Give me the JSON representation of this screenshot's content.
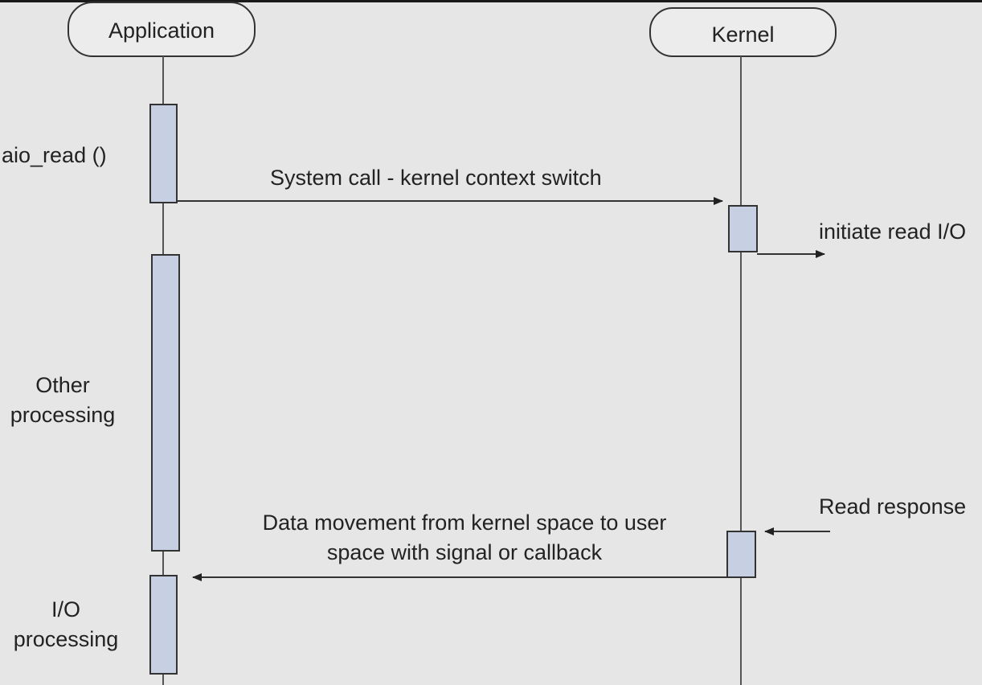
{
  "participants": {
    "application": "Application",
    "kernel": "Kernel"
  },
  "application_activities": {
    "aio_read": "aio_read ()",
    "other_processing_line1": "Other",
    "other_processing_line2": "processing",
    "io_processing_line1": "I/O",
    "io_processing_line2": "processing"
  },
  "messages": {
    "system_call": "System call - kernel context switch",
    "data_movement_line1": "Data movement from kernel space to user",
    "data_movement_line2": "space with signal or callback"
  },
  "kernel_notes": {
    "initiate_read": "initiate read I/O",
    "read_response": "Read response"
  },
  "colors": {
    "background": "#e6e6e6",
    "activation_fill": "#c7d0e2",
    "stroke": "#3a3a3a"
  }
}
